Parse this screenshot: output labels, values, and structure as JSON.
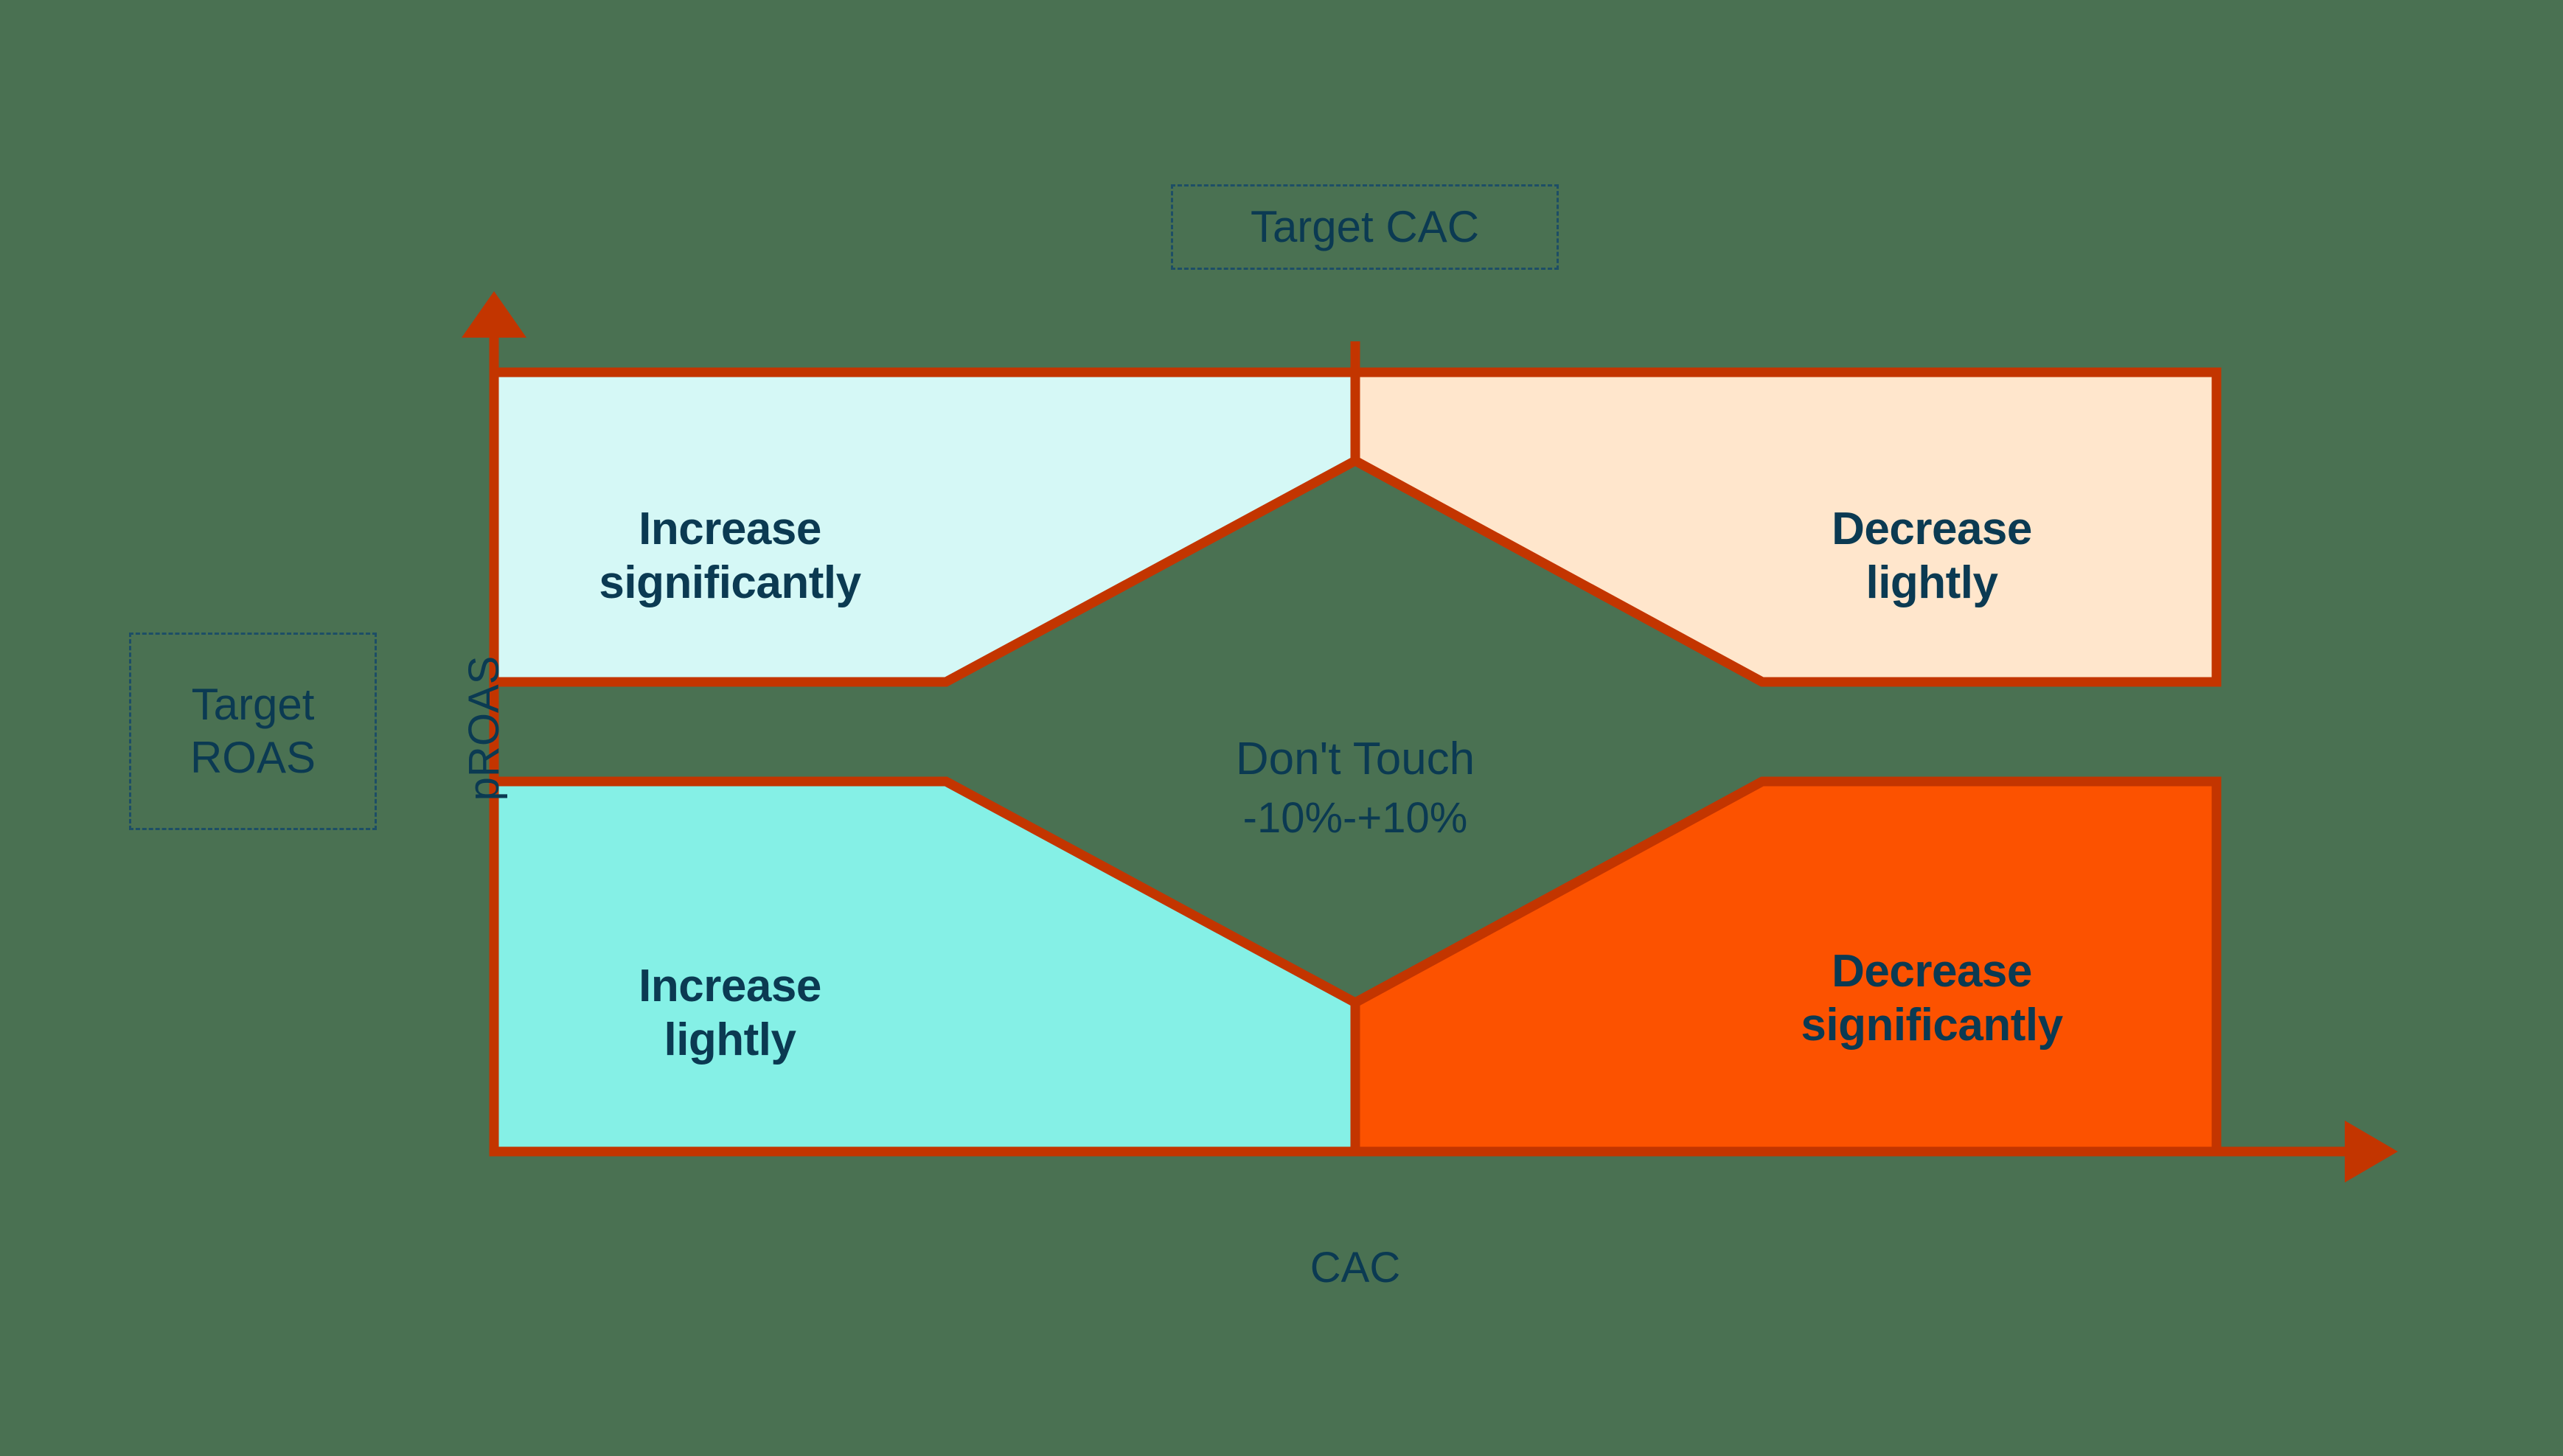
{
  "diagram": {
    "title": "CAC vs pROAS bidding action matrix",
    "background_color": "#4a7152",
    "stroke_color": "#c33500",
    "text_color": "#0b3a52",
    "axes": {
      "x_label": "CAC",
      "y_label": "pROAS"
    },
    "callouts": [
      {
        "id": "target-cac",
        "label": "Target CAC"
      },
      {
        "id": "target-roas",
        "label": "Target\nROAS"
      }
    ],
    "quadrants": [
      {
        "id": "increase-significantly",
        "label": "Increase\nsignificantly",
        "fill": "#d5f8f6",
        "position": "top-left",
        "meaning": "CAC below target and pROAS above target"
      },
      {
        "id": "decrease-lightly",
        "label": "Decrease\nlightly",
        "fill": "#ffe6cc",
        "position": "top-right",
        "meaning": "CAC above target and pROAS above target"
      },
      {
        "id": "increase-lightly",
        "label": "Increase\nlightly",
        "fill": "#85f0e6",
        "position": "bottom-left",
        "meaning": "CAC below target and pROAS below target"
      },
      {
        "id": "decrease-significantly",
        "label": "Decrease\nsignificantly",
        "fill": "#fc5200",
        "position": "bottom-right",
        "meaning": "CAC above target and pROAS below target"
      }
    ],
    "neutral_zone": {
      "id": "dont-touch",
      "title": "Don't Touch",
      "range": "-10%-+10%",
      "fill": "none"
    }
  },
  "chart_data": {
    "type": "diagram",
    "title": "Target CAC / Target ROAS bid adjustment matrix",
    "xlabel": "CAC",
    "ylabel": "pROAS",
    "grid": false,
    "legend": "none",
    "annotations": [
      "Target CAC",
      "Target ROAS",
      "Increase significantly",
      "Decrease lightly",
      "Increase lightly",
      "Decrease significantly",
      "Don't Touch",
      "-10%-+10%"
    ],
    "regions": [
      {
        "name": "Increase significantly",
        "x_range": "below target CAC",
        "y_range": "above target ROAS",
        "color": "#d5f8f6"
      },
      {
        "name": "Decrease lightly",
        "x_range": "above target CAC",
        "y_range": "above target ROAS",
        "color": "#ffe6cc"
      },
      {
        "name": "Increase lightly",
        "x_range": "below target CAC",
        "y_range": "below target ROAS",
        "color": "#85f0e6"
      },
      {
        "name": "Decrease significantly",
        "x_range": "above target CAC",
        "y_range": "below target ROAS",
        "color": "#fc5200"
      },
      {
        "name": "Don't Touch",
        "x_range": "near target CAC",
        "y_range": "near target ROAS",
        "color": "none",
        "tolerance": "-10%-+10%"
      }
    ]
  }
}
